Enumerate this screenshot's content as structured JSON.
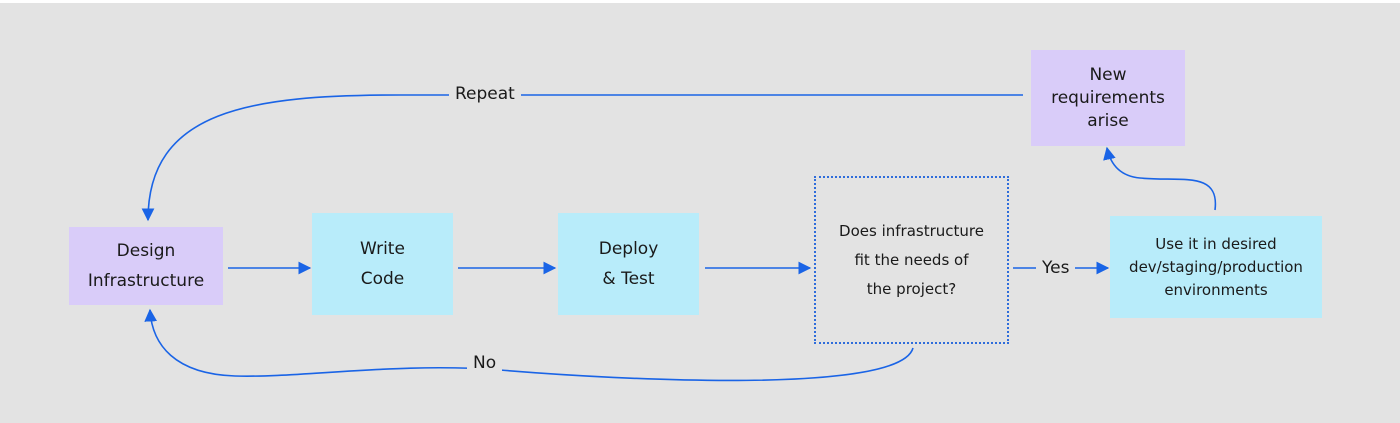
{
  "colors": {
    "background": "#e3e3e3",
    "purple_node": "#d9ccf9",
    "cyan_node": "#b8ecfa",
    "edge": "#1a64e6",
    "decision_border": "#2f6ddb"
  },
  "nodes": {
    "design": "Design\nInfrastructure",
    "write": "Write\nCode",
    "deploy": "Deploy\n& Test",
    "decision": "Does infrastructure\nfit the needs of\nthe project?",
    "use": "Use it in desired\ndev/staging/production\nenvironments",
    "new_req": "New\nrequirements\narise"
  },
  "edge_labels": {
    "repeat": "Repeat",
    "yes": "Yes",
    "no": "No"
  }
}
